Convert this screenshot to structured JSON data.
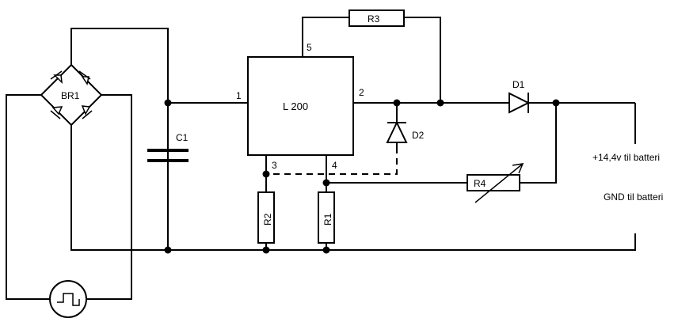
{
  "components": {
    "bridge": "BR1",
    "capacitor": "C1",
    "regulator": "L 200",
    "r1": "R1",
    "r2": "R2",
    "r3": "R3",
    "r4": "R4",
    "d1": "D1",
    "d2": "D2"
  },
  "pins": {
    "p1": "1",
    "p2": "2",
    "p3": "3",
    "p4": "4",
    "p5": "5"
  },
  "outputs": {
    "plus": "+14,4v til batteri",
    "gnd": "GND til batteri"
  }
}
